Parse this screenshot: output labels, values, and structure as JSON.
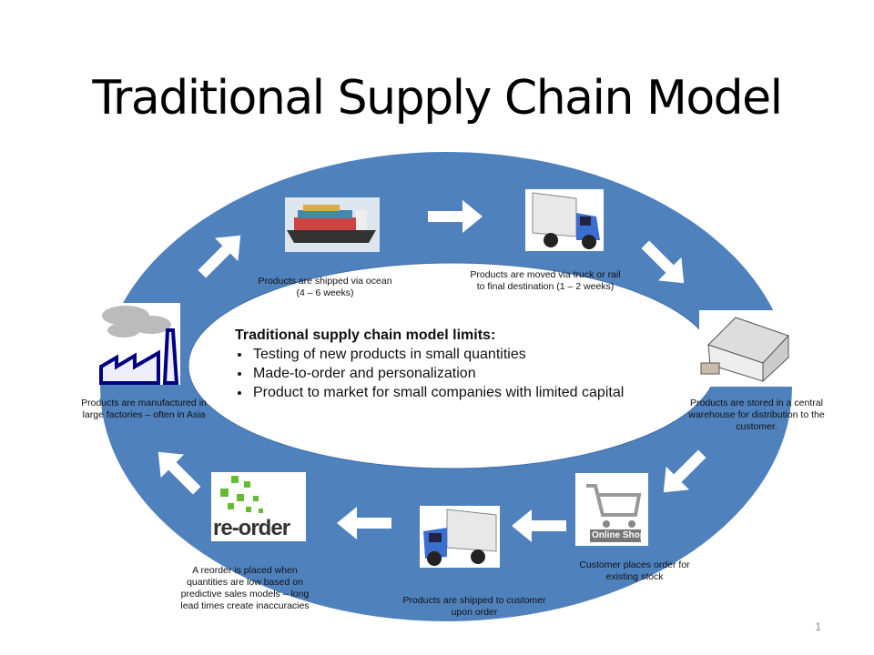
{
  "slide": {
    "title": "Traditional Supply Chain Model",
    "page_number": "1",
    "colors": {
      "ring": "#4f81bd",
      "arrow": "#ffffff"
    },
    "limits": {
      "heading": "Traditional supply chain model limits:",
      "items": [
        "Testing of new products in small quantities",
        "Made-to-order and personalization",
        "Product to market for small companies with limited capital"
      ]
    },
    "steps": [
      {
        "icon": "factory-icon",
        "caption": "Products are manufactured in large factories – often in Asia"
      },
      {
        "icon": "cargo-ship-icon",
        "caption": "Products are shipped via ocean (4 – 6 weeks)"
      },
      {
        "icon": "truck-icon",
        "caption": "Products are moved  via truck or rail to final destination (1 – 2 weeks)"
      },
      {
        "icon": "warehouse-icon",
        "caption": "Products are stored in a central warehouse for distribution to the customer."
      },
      {
        "icon": "online-shop-icon",
        "caption": "Customer  places order for existing stock",
        "label": "Online Shop"
      },
      {
        "icon": "truck-icon",
        "caption": "Products are shipped to customer upon order"
      },
      {
        "icon": "reorder-icon",
        "caption": "A reorder is placed when quantities are low based on predictive sales models – long lead times create inaccuracies",
        "label": "re-order"
      }
    ]
  }
}
